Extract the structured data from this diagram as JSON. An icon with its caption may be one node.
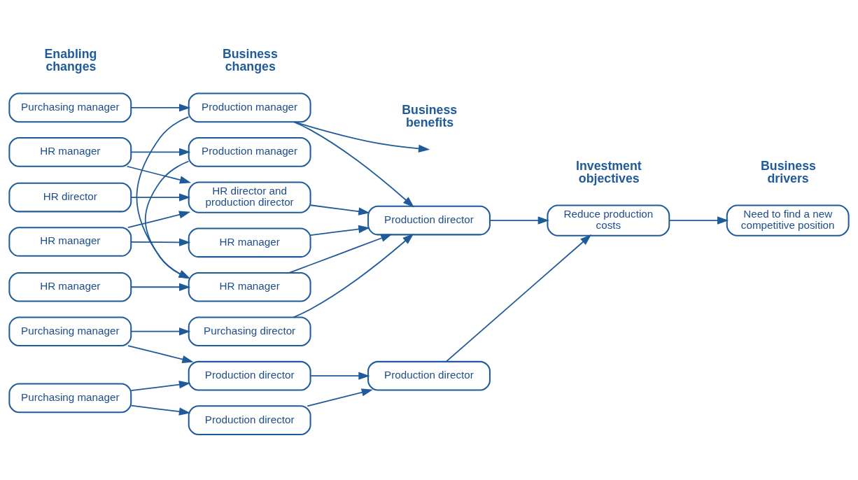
{
  "diagram": {
    "nodes": [
      {
        "text": [
          "Purchasing manager"
        ]
      },
      {
        "text": [
          "HR manager"
        ]
      },
      {
        "text": [
          "HR manager"
        ]
      },
      {
        "text": [
          "HR director"
        ]
      },
      {
        "text": [
          "HR manager"
        ]
      },
      {
        "text": [
          "Purchasing manager"
        ]
      },
      {
        "text": [
          "Purchasing manager"
        ]
      },
      {
        "text": [
          "Production manager"
        ]
      },
      {
        "text": [
          "HR manager"
        ]
      },
      {
        "text": [
          "Production manager"
        ]
      },
      {
        "text": [
          "HR director and production director"
        ]
      },
      {
        "text": [
          "HR manager"
        ]
      },
      {
        "text": [
          "Purchasing director"
        ]
      },
      {
        "text": [
          "Production director"
        ]
      },
      {
        "text": [
          "Production director"
        ]
      },
      {
        "text": [
          "Production director"
        ]
      },
      {
        "text": [
          "Production director"
        ]
      },
      {
        "text": [
          "Reduce production costs"
        ]
      },
      {
        "text": [
          "Need to find a new competitive position"
        ]
      }
    ],
    "edges": [
      {
        "from": 0,
        "to": 7,
        "arrow": "to"
      },
      {
        "from": 1,
        "to": 8,
        "arrow": "to"
      },
      {
        "from": 2,
        "to": 9,
        "arrow": "to"
      },
      {
        "from": 2,
        "to": 10,
        "arrow": "to"
      },
      {
        "from": 3,
        "to": 10,
        "arrow": "to"
      },
      {
        "from": 4,
        "to": 10,
        "arrow": "to"
      },
      {
        "from": 4,
        "to": 11,
        "arrow": "to"
      },
      {
        "from": 5,
        "to": 12,
        "arrow": "to"
      },
      {
        "from": 5,
        "to": 13,
        "arrow": "to"
      },
      {
        "from": 6,
        "to": 13,
        "arrow": "to"
      },
      {
        "from": 6,
        "to": 14,
        "arrow": "to"
      },
      {
        "from": 7,
        "to": 8,
        "arrow": "to"
      },
      {
        "from": 9,
        "to": 8,
        "arrow": "to"
      },
      {
        "from": 7,
        "to": null,
        "arrow": "to"
      },
      {
        "from": 7,
        "to": 15,
        "arrow": "to"
      },
      {
        "from": 8,
        "to": 15,
        "arrow": "to"
      },
      {
        "from": 10,
        "to": 15,
        "arrow": "to"
      },
      {
        "from": 11,
        "to": 15,
        "arrow": "to"
      },
      {
        "from": 12,
        "to": 15,
        "arrow": "to"
      },
      {
        "from": 13,
        "to": 16,
        "arrow": "to"
      },
      {
        "from": 14,
        "to": 16,
        "arrow": "to"
      },
      {
        "from": 15,
        "to": 17,
        "arrow": "to"
      },
      {
        "from": 16,
        "to": 17,
        "arrow": "to"
      },
      {
        "from": 17,
        "to": 18,
        "arrow": "to"
      }
    ],
    "labels": [
      "Enabling changes",
      "Business changes",
      "Business benefits",
      "Investment objectives",
      "Business drivers"
    ]
  }
}
